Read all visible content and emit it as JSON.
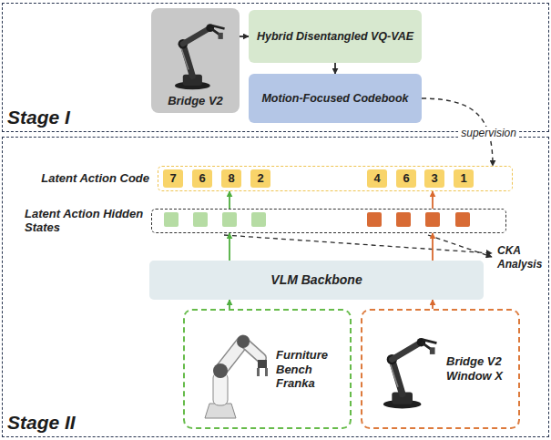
{
  "diagram": {
    "nodes": [
      {
        "text": [
          "Stage I"
        ]
      },
      {
        "text": [
          "Bridge V2"
        ],
        "in": 0
      },
      {
        "text": [
          "Hybrid Disentangled VQ-VAE"
        ],
        "in": 0
      },
      {
        "text": [
          "Motion-Focused Codebook"
        ],
        "in": 0
      },
      {
        "text": [
          "Stage II"
        ]
      },
      {
        "text": [
          "Latent Action Code"
        ],
        "in": 4
      },
      {
        "text": [
          "7"
        ],
        "in": 5
      },
      {
        "text": [
          "6"
        ],
        "in": 5
      },
      {
        "text": [
          "8"
        ],
        "in": 5
      },
      {
        "text": [
          "2"
        ],
        "in": 5
      },
      {
        "text": [
          "4"
        ],
        "in": 5
      },
      {
        "text": [
          "6"
        ],
        "in": 5
      },
      {
        "text": [
          "3"
        ],
        "in": 5
      },
      {
        "text": [
          "1"
        ],
        "in": 5
      },
      {
        "text": [
          "Latent Action Hidden States"
        ],
        "in": 4
      },
      {
        "text": [
          "VLM Backbone"
        ],
        "in": 4
      },
      {
        "text": [
          "Furniture Bench Franka"
        ],
        "in": 4
      },
      {
        "text": [
          "Bridge V2 Window X"
        ],
        "in": 4
      }
    ],
    "edges": [
      {
        "from": 1,
        "to": 2,
        "arrow": "to"
      },
      {
        "from": 2,
        "to": 3,
        "arrow": "to"
      },
      {
        "from": 3,
        "to": 5,
        "label": "supervision",
        "arrow": "to"
      },
      {
        "from": 15,
        "to": 14,
        "arrow": "to"
      },
      {
        "from": 15,
        "to": 14,
        "arrow": "to"
      },
      {
        "from": 14,
        "to": 5,
        "arrow": "to"
      },
      {
        "from": 14,
        "to": 5,
        "arrow": "to"
      },
      {
        "from": 16,
        "to": 15,
        "arrow": "to"
      },
      {
        "from": 17,
        "to": 15,
        "arrow": "to"
      }
    ],
    "labels": [
      "CKA Analysis"
    ]
  }
}
